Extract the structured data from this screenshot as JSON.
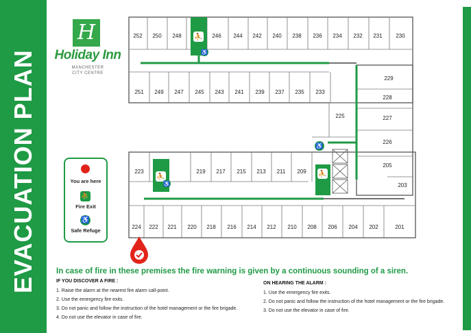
{
  "side_title": "EVACUATION PLAN",
  "logo": {
    "mark": "H",
    "name": "Holiday Inn",
    "sub_line1": "MANCHESTER",
    "sub_line2": "CITY CENTRE"
  },
  "legend": {
    "you_are_here": "You are here",
    "fire_exit": "Fire Exit",
    "safe_refuge": "Safe Refuge",
    "fire_exit_icon": "running-person-icon",
    "safe_refuge_icon": "wheelchair-icon"
  },
  "colors": {
    "brand_green": "#1f9a45",
    "alarm_red": "#e2231a"
  },
  "rooms": {
    "top_upper": [
      "252",
      "250",
      "248",
      "246",
      "244",
      "242",
      "240",
      "238",
      "236",
      "234",
      "232",
      "231",
      "230"
    ],
    "top_lower": [
      "251",
      "249",
      "247",
      "245",
      "243",
      "241",
      "239",
      "237",
      "235",
      "233"
    ],
    "right_wing": [
      "229",
      "228",
      "227",
      "226",
      "205",
      "225",
      "203"
    ],
    "bottom_upper": [
      "223",
      "219",
      "217",
      "215",
      "213",
      "211",
      "209"
    ],
    "bottom_lower": [
      "224",
      "222",
      "221",
      "220",
      "218",
      "216",
      "214",
      "212",
      "210",
      "208",
      "206",
      "204",
      "202",
      "201"
    ]
  },
  "headline": "In case of fire in these premises the fire warning is given by a continuous sounding of a siren.",
  "discover": {
    "title": "IF YOU DISCOVER A FIRE :",
    "steps": [
      "1. Raise the alarm at the nearest fire alarm call-point.",
      "2. Use the emergency fire exits.",
      "3. Do not panic and follow the instruction of the hotel management or the fire brigade.",
      "4. Do not use the elevator in case of fire."
    ]
  },
  "alarm": {
    "title": "ON HEARING THE ALARM :",
    "steps": [
      "1. Use the emergency fire exits.",
      "2. Do not panic and follow the instruction of the hotel management or the fire brigade.",
      "3. Do not use the elevator in case of fire."
    ]
  }
}
